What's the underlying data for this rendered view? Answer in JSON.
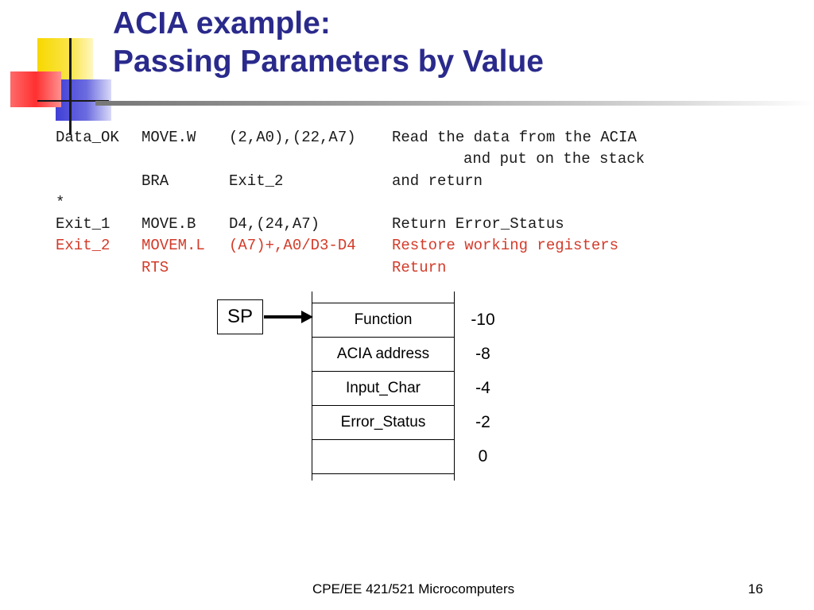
{
  "slide": {
    "title_line1": "ACIA example:",
    "title_line2": "Passing Parameters by Value",
    "colors": {
      "title": "#2a2a8c",
      "highlight": "#d33b2a"
    }
  },
  "code": [
    {
      "label": "Data_OK",
      "op": "MOVE.W",
      "arg": "(2,A0),(22,A7)",
      "comment": "Read the data from the ACIA",
      "highlight": false
    },
    {
      "label": "",
      "op": "",
      "arg": "",
      "comment": "and put on the stack",
      "highlight": false,
      "indent_comment": true
    },
    {
      "label": "",
      "op": "BRA",
      "arg": "Exit_2",
      "comment": "and return",
      "highlight": false
    },
    {
      "label": "*",
      "op": "",
      "arg": "",
      "comment": "",
      "highlight": false
    },
    {
      "label": "Exit_1",
      "op": "MOVE.B",
      "arg": "D4,(24,A7)",
      "comment": "Return Error_Status",
      "highlight": false
    },
    {
      "label": "Exit_2",
      "op": "MOVEM.L",
      "arg": "(A7)+,A0/D3-D4",
      "comment": "Restore working registers",
      "highlight": true
    },
    {
      "label": "",
      "op": "RTS",
      "arg": "",
      "comment": "Return",
      "highlight": true
    }
  ],
  "stack": {
    "pointer_label": "SP",
    "cells": [
      {
        "label": "Function",
        "offset": "-10"
      },
      {
        "label": "ACIA address",
        "offset": "-8"
      },
      {
        "label": "Input_Char",
        "offset": "-4"
      },
      {
        "label": "Error_Status",
        "offset": "-2"
      },
      {
        "label": "",
        "offset": "0"
      }
    ]
  },
  "footer": {
    "course": "CPE/EE 421/521 Microcomputers",
    "page": "16"
  },
  "icons": {
    "pointer_arrow": "arrow-right-icon",
    "logo": "slide-logo-icon"
  }
}
